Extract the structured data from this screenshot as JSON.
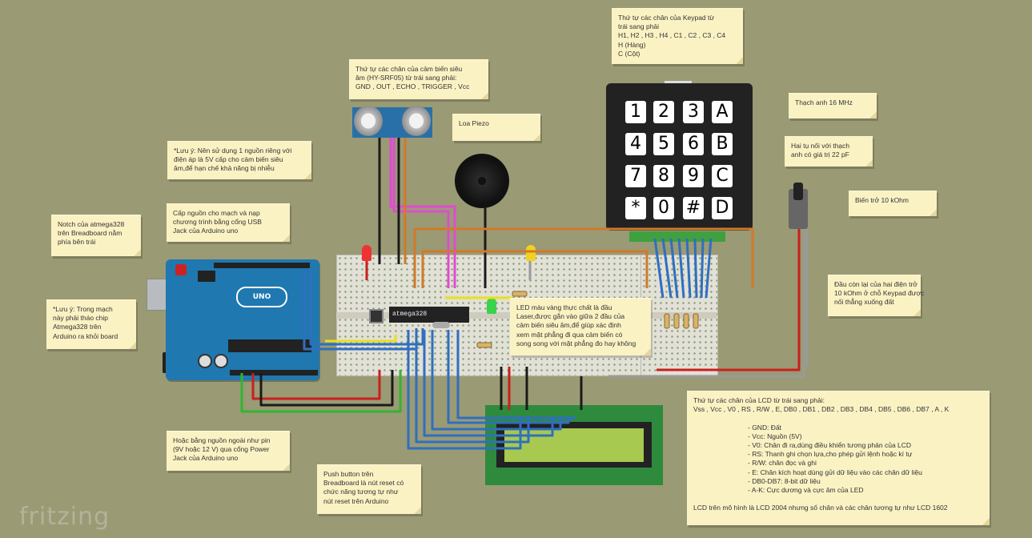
{
  "notes": {
    "keypad_order": {
      "lines": [
        "Thứ tự các chân của Keypad từ",
        "trái sang phải",
        "H1, H2 , H3 , H4 , C1 , C2 , C3 , C4",
        "H (Hàng)",
        "C (Cột)"
      ]
    },
    "sensor_order": {
      "lines": [
        "Thứ tự các chân của cảm biến siêu",
        "âm (HY-SRF05) từ trái sang phải:",
        "GND , OUT , ECHO , TRIGGER , Vcc"
      ]
    },
    "crystal": {
      "lines": [
        "Thạch anh 16 MHz"
      ]
    },
    "capacitors": {
      "lines": [
        "Hai tụ nối với thạch",
        "anh có giá trị 22 pF"
      ]
    },
    "piezo": {
      "lines": [
        "Loa Piezo"
      ]
    },
    "separate_power": {
      "lines": [
        "*Lưu ý: Nên sử dụng 1 nguồn riêng với",
        "điện áp là 5V cấp cho cảm biến siêu",
        "âm,để hạn chế khả năng bị nhiễu"
      ]
    },
    "usb_power": {
      "lines": [
        "Cấp nguồn cho mạch và nạp",
        "chương trình bằng cổng USB",
        "Jack của Arduino uno"
      ]
    },
    "potentiometer": {
      "lines": [
        "Biến trở 10 kOhm"
      ]
    },
    "notch": {
      "lines": [
        "Notch của atmega328",
        "trên Breadboard nằm",
        "phía bên trái"
      ]
    },
    "resistor_ground": {
      "lines": [
        "Đầu còn lại của hai điện trở",
        "10 kOhm ở chỗ Keypad được",
        "nối thẳng xuống đất"
      ]
    },
    "remove_chip": {
      "lines": [
        "*Lưu ý: Trong mạch",
        "này phải tháo chip",
        "Atmega328 trên",
        "Arduino ra khỏi board"
      ]
    },
    "laser_led": {
      "lines": [
        "LED màu vàng thực chất là đầu",
        "Laser,được gắn vào giữa 2 đầu của",
        "cảm biến siêu âm,để giúp xác định",
        "xem mặt phẳng đi qua cảm biến có",
        "song song với mặt phẳng đo hay không"
      ]
    },
    "external_power": {
      "lines": [
        "Hoặc bằng nguồn ngoài như pin",
        "(9V hoặc 12 V) qua cổng Power",
        "Jack của Arduino uno"
      ]
    },
    "push_button": {
      "lines": [
        "Push button trên",
        "Breadboard là nút reset có",
        "chức năng tương tự như",
        "nút reset trên Arduino"
      ]
    },
    "lcd_pins": {
      "lines": [
        "Thứ tự các chân của LCD từ trái sang phải:",
        "Vss , Vcc , V0 , RS , R/W , E, DB0 , DB1 , DB2 , DB3 , DB4 , DB5 , DB6 , DB7 , A , K",
        "",
        "- GND: Đất",
        "- Vcc: Nguồn (5V)",
        "- V0: Chân đi ra,dùng điều khiển tương phản của LCD",
        "- RS: Thanh ghi chọn lựa,cho phép gửi lệnh hoặc kí tự",
        "- R/W: chân đọc và ghi",
        "- E: Chân kích hoạt dùng gửi dữ liệu vào các chân dữ liệu",
        "- DB0-DB7: 8-bit dữ liệu",
        "- A-K: Cực dương và cực âm của LED",
        "",
        "LCD trên mô hình là LCD 2004 nhưng số chân và các chân tương tự như LCD 1602"
      ]
    }
  },
  "keypad": {
    "keys": [
      "1",
      "2",
      "3",
      "A",
      "4",
      "5",
      "6",
      "B",
      "7",
      "8",
      "9",
      "C",
      "*",
      "0",
      "#",
      "D"
    ]
  },
  "chip_label": "atmega328",
  "arduino_label": "UNO",
  "watermark": "fritzing",
  "colors": {
    "background": "#9a9a74",
    "note": "#fbf2c4",
    "wire_blue": "#2f6fc0",
    "wire_red": "#c8201e",
    "wire_black": "#1a1a1a",
    "wire_green": "#32b432",
    "wire_orange": "#d07a2a",
    "wire_magenta": "#e04bd2",
    "wire_yellow": "#e8e020",
    "wire_gray": "#9a9a9a"
  }
}
